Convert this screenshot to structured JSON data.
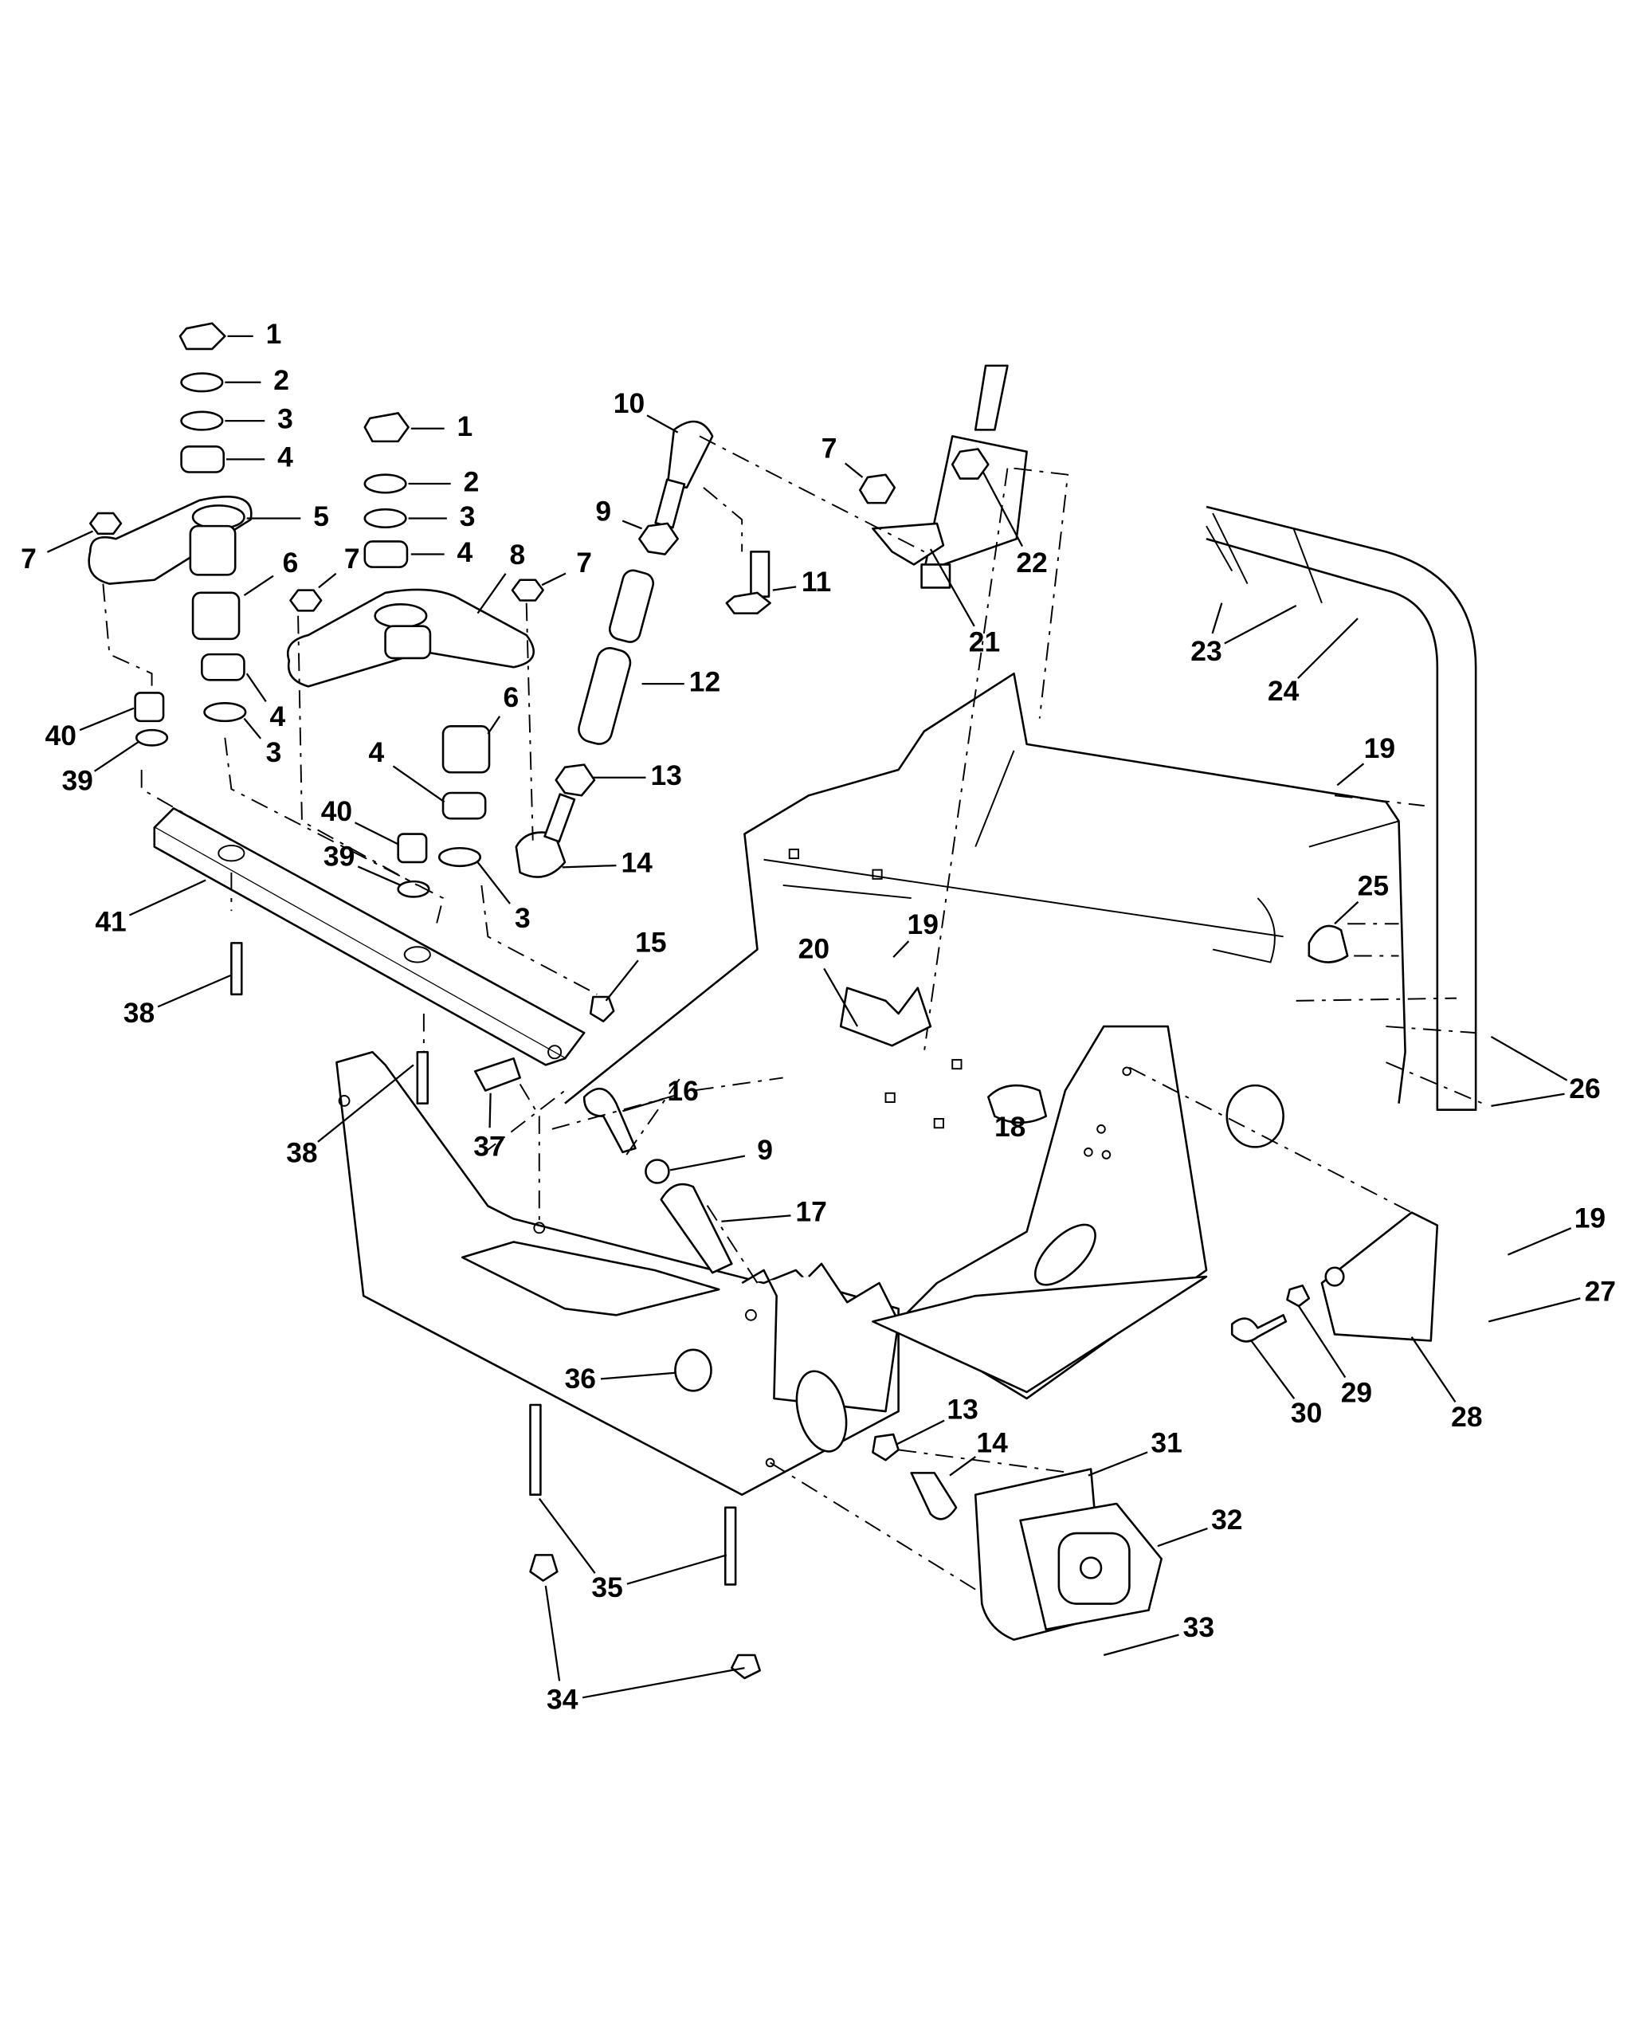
{
  "diagram": {
    "type": "exploded parts diagram",
    "line_color": "#000000",
    "background": "#ffffff",
    "callouts": [
      "1",
      "2",
      "3",
      "4",
      "5",
      "7",
      "6",
      "7",
      "1",
      "2",
      "3",
      "4",
      "8",
      "7",
      "10",
      "9",
      "11",
      "12",
      "4",
      "3",
      "40",
      "39",
      "6",
      "4",
      "40",
      "39",
      "3",
      "13",
      "14",
      "41",
      "38",
      "15",
      "7",
      "22",
      "21",
      "23",
      "24",
      "19",
      "25",
      "19",
      "20",
      "16",
      "9",
      "17",
      "18",
      "26",
      "38",
      "37",
      "19",
      "27",
      "36",
      "30",
      "29",
      "28",
      "13",
      "14",
      "31",
      "32",
      "35",
      "33",
      "34"
    ]
  }
}
